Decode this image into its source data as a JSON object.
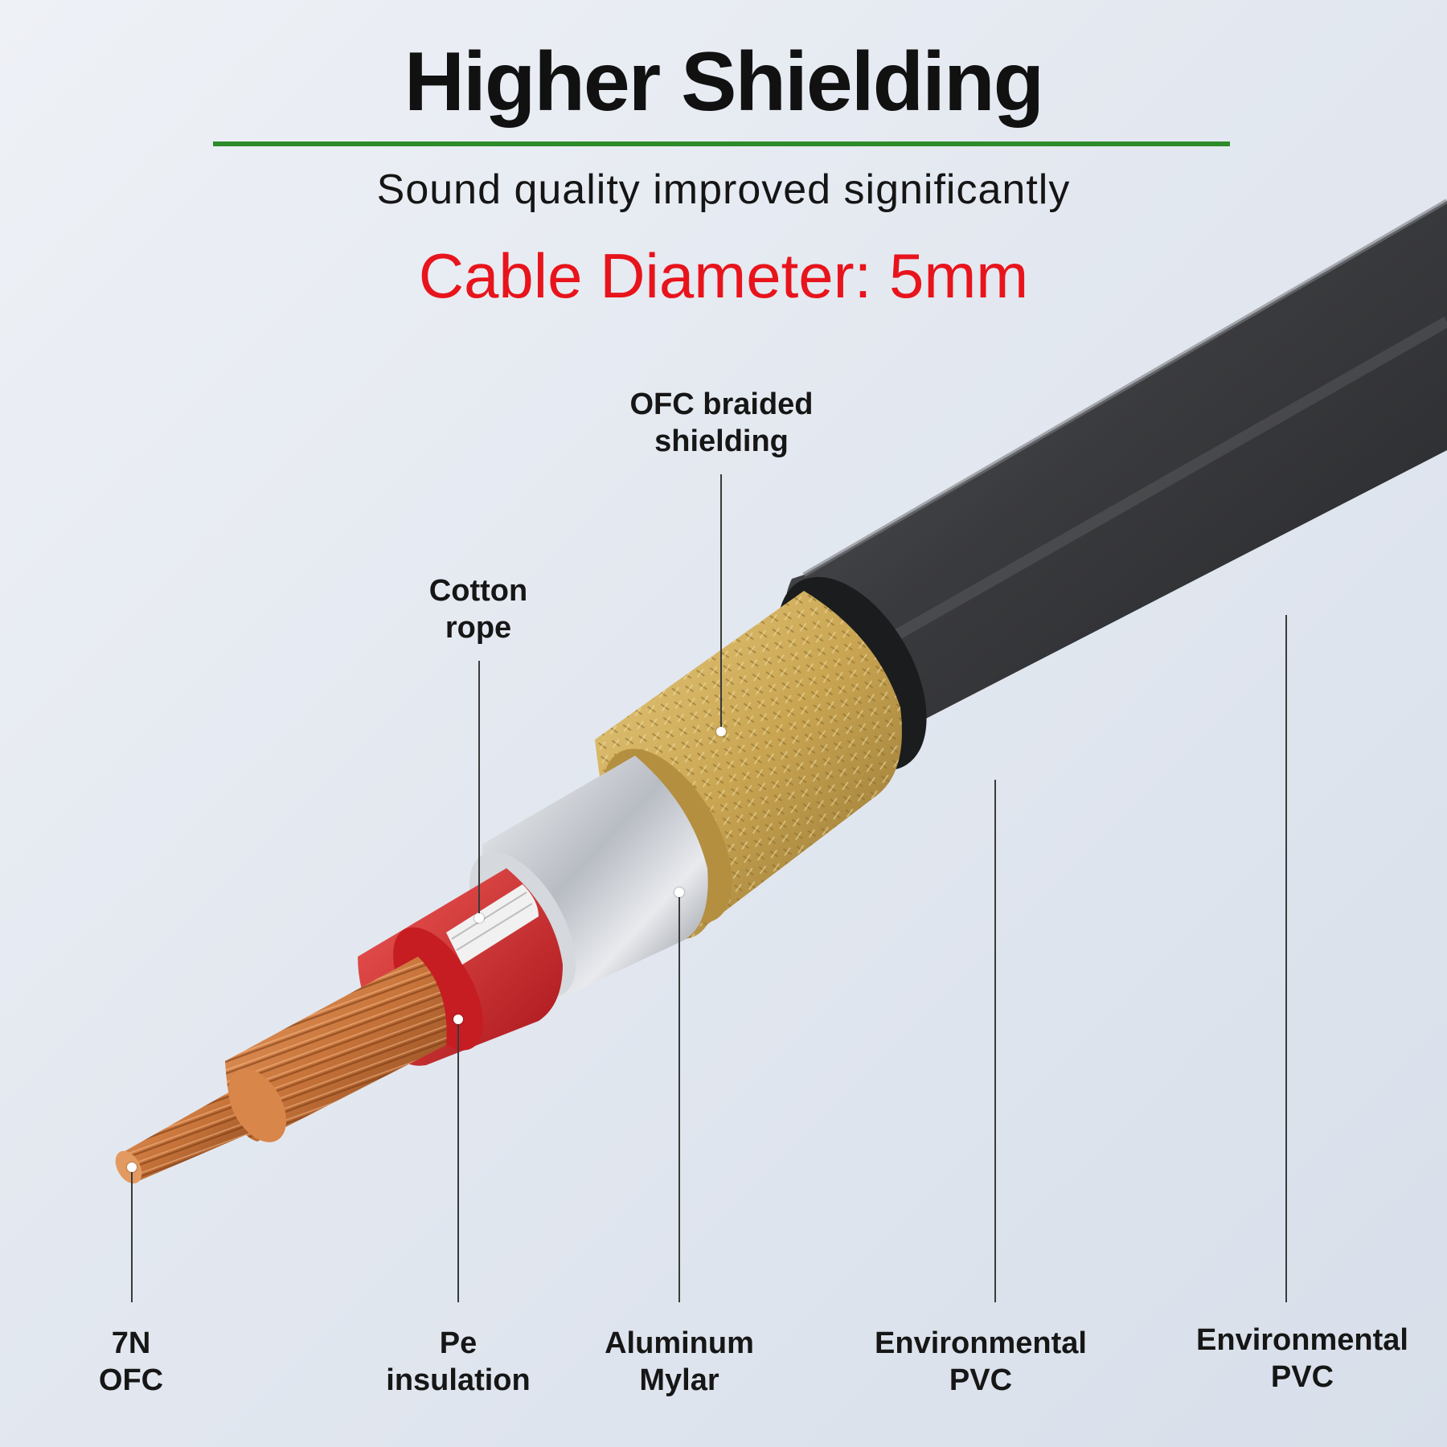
{
  "header": {
    "title": "Higher Shielding",
    "subtitle": "Sound quality improved significantly",
    "diameter": "Cable Diameter: 5mm"
  },
  "colors": {
    "title_rule": "#2e8b2a",
    "diameter_text": "#e8141c",
    "copper": "#c7743a",
    "pe_insulation": "#d8262a",
    "mylar": "#c9ccd2",
    "braid": "#c9a552",
    "pvc_jacket": "#3c3d40"
  },
  "labels": {
    "braid": {
      "line1": "OFC braided",
      "line2": "shielding"
    },
    "cotton": {
      "line1": "Cotton",
      "line2": "rope"
    },
    "ofc": {
      "line1": "7N",
      "line2": "OFC"
    },
    "pe": {
      "line1": "Pe",
      "line2": "insulation"
    },
    "mylar": {
      "line1": "Aluminum",
      "line2": "Mylar"
    },
    "pvc_inner": {
      "line1": "Environmental",
      "line2": "PVC"
    },
    "pvc_outer": {
      "line1": "Environmental",
      "line2": "PVC"
    }
  }
}
